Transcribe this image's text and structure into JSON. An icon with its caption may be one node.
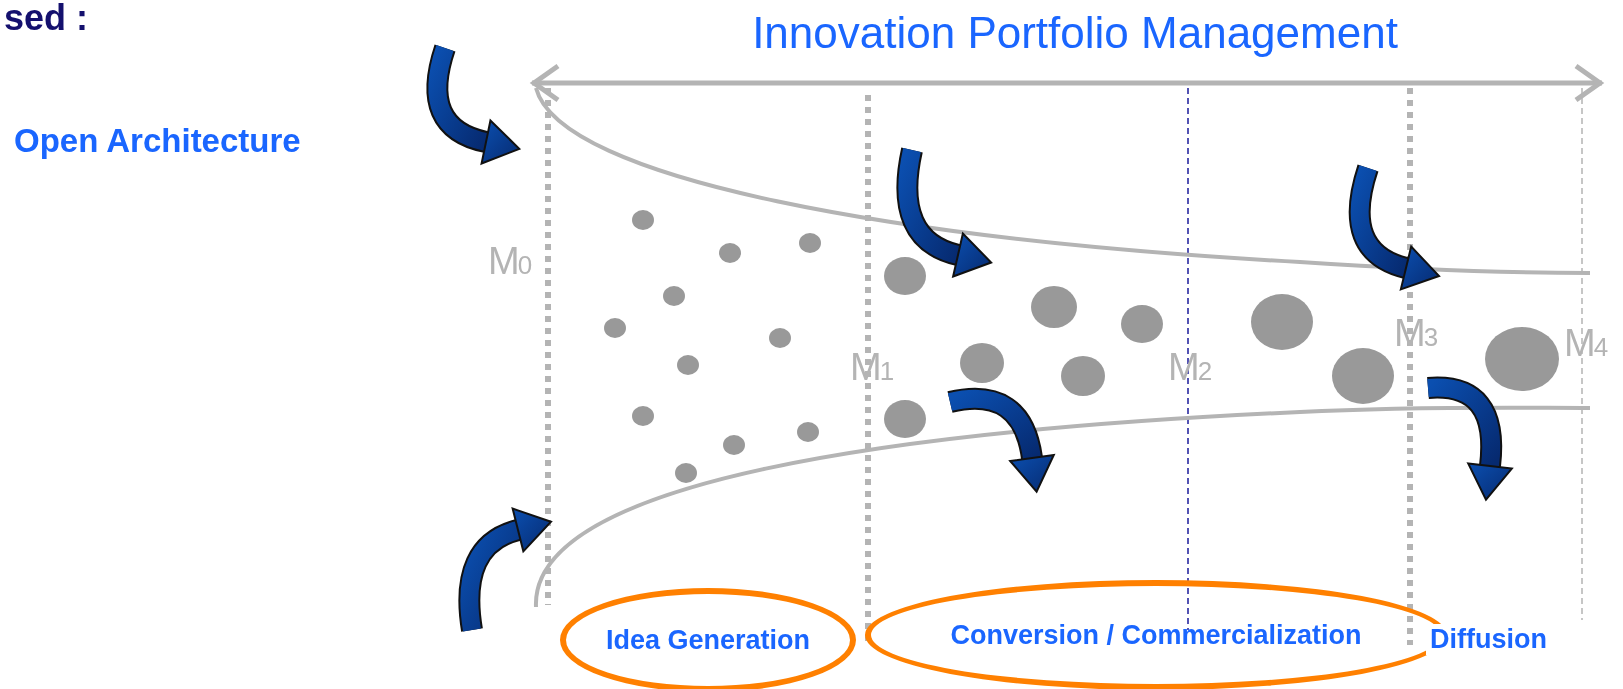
{
  "diagram": {
    "title": "Innovation Portfolio Management",
    "nodes": [
      {
        "text": [
          "Idea Generation"
        ]
      },
      {
        "text": [
          "Conversion / Commercialization"
        ]
      }
    ],
    "labels": [
      "sed :",
      "Open Architecture",
      "M$_{0}$",
      "M$_{1}$",
      "M$_{2}$",
      "M$_{3}$",
      "M$_{4}$",
      "Diffusion"
    ]
  }
}
